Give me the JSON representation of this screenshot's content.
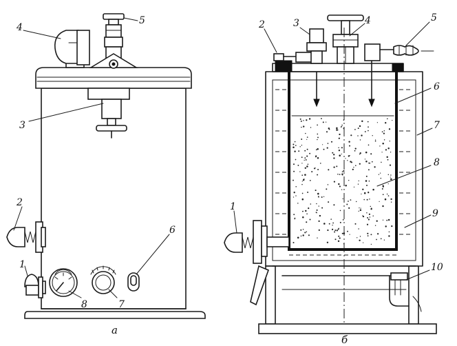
{
  "figure": {
    "view_a": {
      "caption": "а",
      "labels": {
        "l1": "1",
        "l2": "2",
        "l3": "3",
        "l4": "4",
        "l5": "5",
        "l6": "6",
        "l7": "7",
        "l8": "8"
      }
    },
    "view_b": {
      "caption": "б",
      "labels": {
        "l1": "1",
        "l2": "2",
        "l3": "3",
        "l4": "4",
        "l5": "5",
        "l6": "6",
        "l7": "7",
        "l8": "8",
        "l9": "9",
        "l10": "10"
      }
    }
  }
}
